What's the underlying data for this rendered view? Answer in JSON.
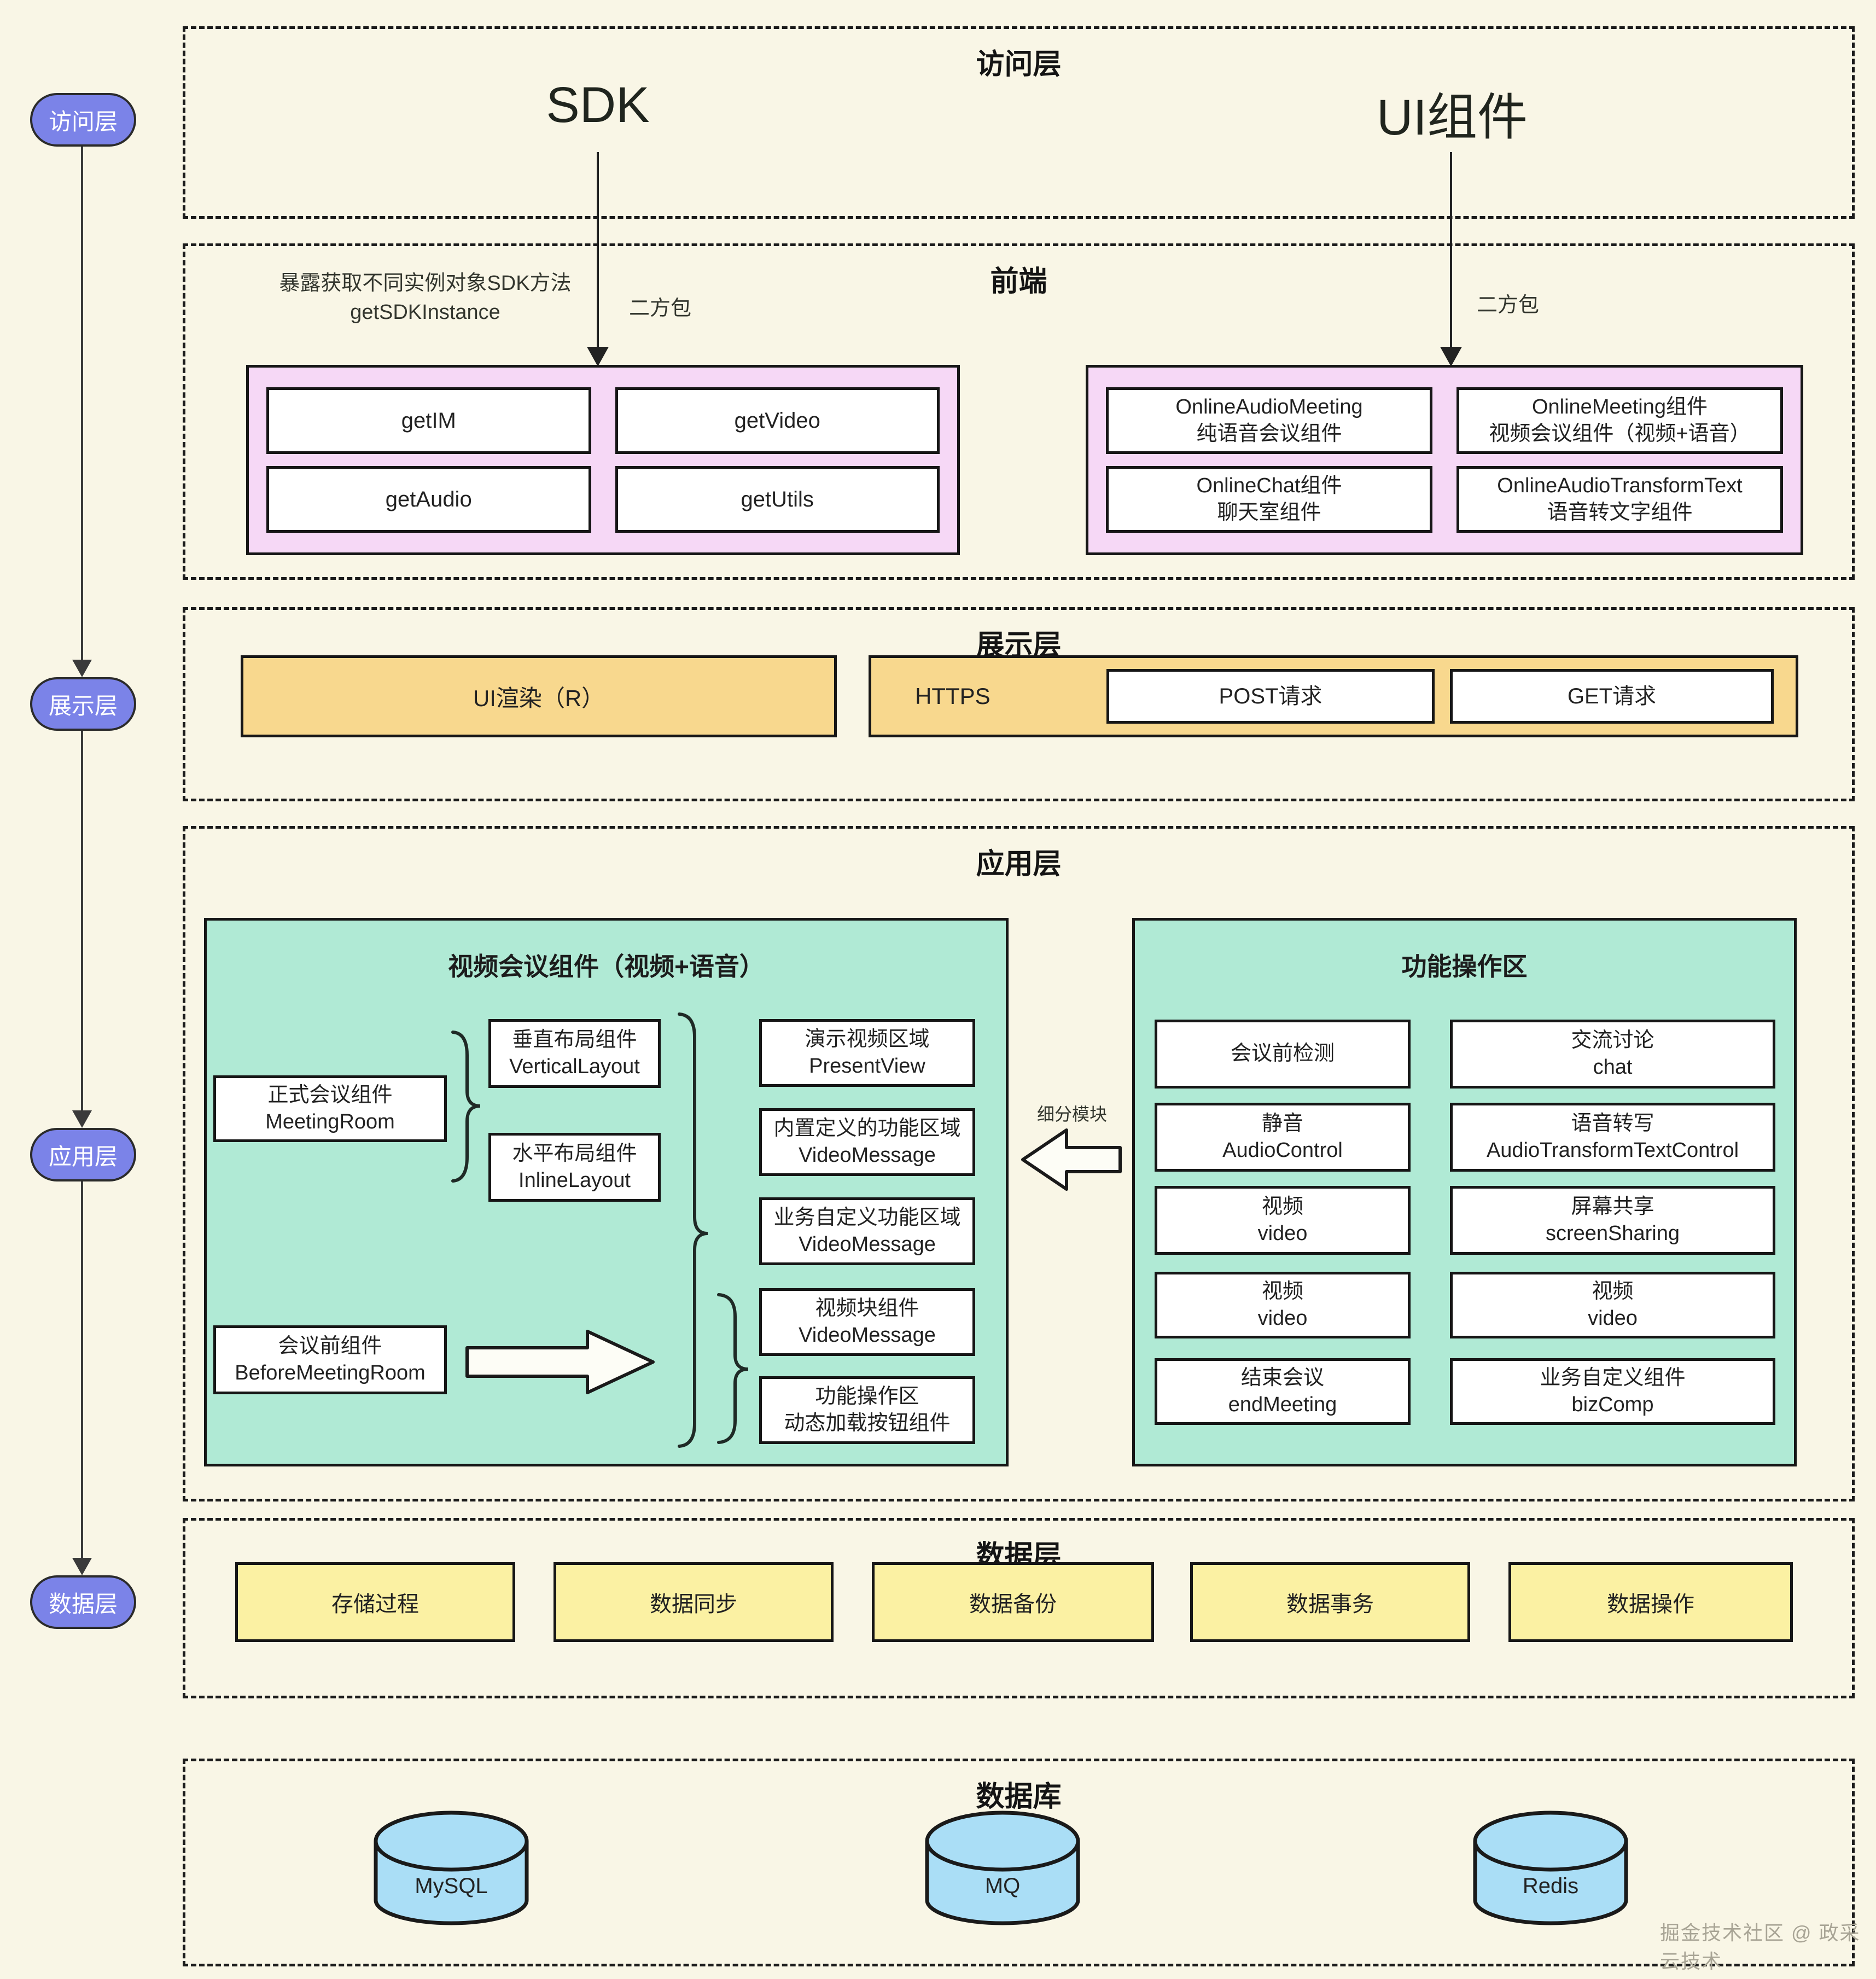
{
  "watermark": "掘金技术社区 @ 政采云技术",
  "colors": {
    "background": "#f9f6e6",
    "pill": "#7b83e8",
    "pink": "#f6d8f6",
    "orange": "#f8d88e",
    "green": "#b0ead5",
    "yellow": "#fbf1a3",
    "cylinder_blue": "#aadef6",
    "border": "#1b1b1b"
  },
  "rail": {
    "items": [
      "访问层",
      "展示层",
      "应用层",
      "数据层"
    ]
  },
  "access": {
    "title": "访问层",
    "sdk": "SDK",
    "ui": "UI组件"
  },
  "frontend": {
    "title": "前端",
    "note1": "暴露获取不同实例对象SDK方法",
    "note2": "getSDKInstance",
    "pkg1": "二方包",
    "pkg2": "二方包",
    "methods": [
      "getIM",
      "getVideo",
      "getAudio",
      "getUtils"
    ],
    "components": [
      [
        "OnlineAudioMeeting",
        "纯语音会议组件"
      ],
      [
        "OnlineMeeting组件",
        "视频会议组件（视频+语音）"
      ],
      [
        "OnlineChat组件",
        "聊天室组件"
      ],
      [
        "OnlineAudioTransformText",
        "语音转文字组件"
      ]
    ]
  },
  "display": {
    "title": "展示层",
    "ui_render": "UI渲染（R）",
    "https": "HTTPS",
    "post": "POST请求",
    "get": "GET请求"
  },
  "app": {
    "title": "应用层",
    "segment": "细分模块",
    "left": {
      "title": "视频会议组件（视频+语音）",
      "meeting_room": [
        "正式会议组件",
        "MeetingRoom"
      ],
      "vertical": [
        "垂直布局组件",
        "VerticalLayout"
      ],
      "inline": [
        "水平布局组件",
        "InlineLayout"
      ],
      "before": [
        "会议前组件",
        "BeforeMeetingRoom"
      ],
      "areas": [
        [
          "演示视频区域",
          "PresentView"
        ],
        [
          "内置定义的功能区域",
          "VideoMessage"
        ],
        [
          "业务自定义功能区域",
          "VideoMessage"
        ],
        [
          "视频块组件",
          "VideoMessage"
        ],
        [
          "功能操作区",
          "动态加载按钮组件"
        ]
      ]
    },
    "right": {
      "title": "功能操作区",
      "cells": [
        [
          "会议前检测",
          ""
        ],
        [
          "交流讨论",
          "chat"
        ],
        [
          "静音",
          "AudioControl"
        ],
        [
          "语音转写",
          "AudioTransformTextControl"
        ],
        [
          "视频",
          "video"
        ],
        [
          "屏幕共享",
          "screenSharing"
        ],
        [
          "视频",
          "video"
        ],
        [
          "视频",
          "video"
        ],
        [
          "结束会议",
          "endMeeting"
        ],
        [
          "业务自定义组件",
          "bizComp"
        ]
      ]
    }
  },
  "data_layer": {
    "title": "数据层",
    "boxes": [
      "存储过程",
      "数据同步",
      "数据备份",
      "数据事务",
      "数据操作"
    ]
  },
  "database": {
    "title": "数据库",
    "cylinders": [
      "MySQL",
      "MQ",
      "Redis"
    ]
  }
}
